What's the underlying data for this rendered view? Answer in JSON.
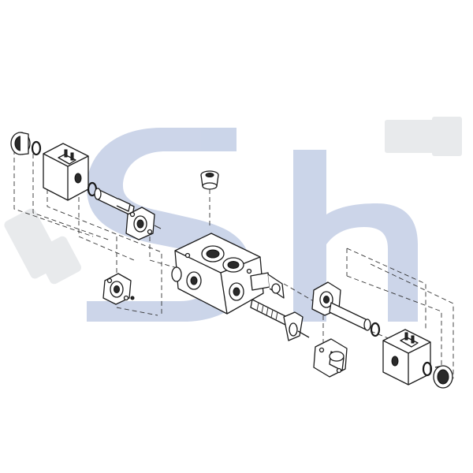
{
  "watermark": {
    "text": "SH",
    "color": "#c9d3e8",
    "fitting_color": "#e7e9ec"
  },
  "drawing": {
    "line_color": "#1a1a1a",
    "fill_color": "#ffffff",
    "components": [
      "end-nut-left",
      "o-ring-left",
      "solenoid-coil-left",
      "o-ring-tube-left",
      "solenoid-tube-left",
      "mounting-flange-left",
      "lower-flange-left",
      "bleed-plug",
      "valve-body",
      "spool",
      "solenoid-tube-right",
      "o-ring-tube-right",
      "mounting-flange-right",
      "solenoid-coil-right",
      "o-ring-right",
      "end-nut-right"
    ]
  }
}
